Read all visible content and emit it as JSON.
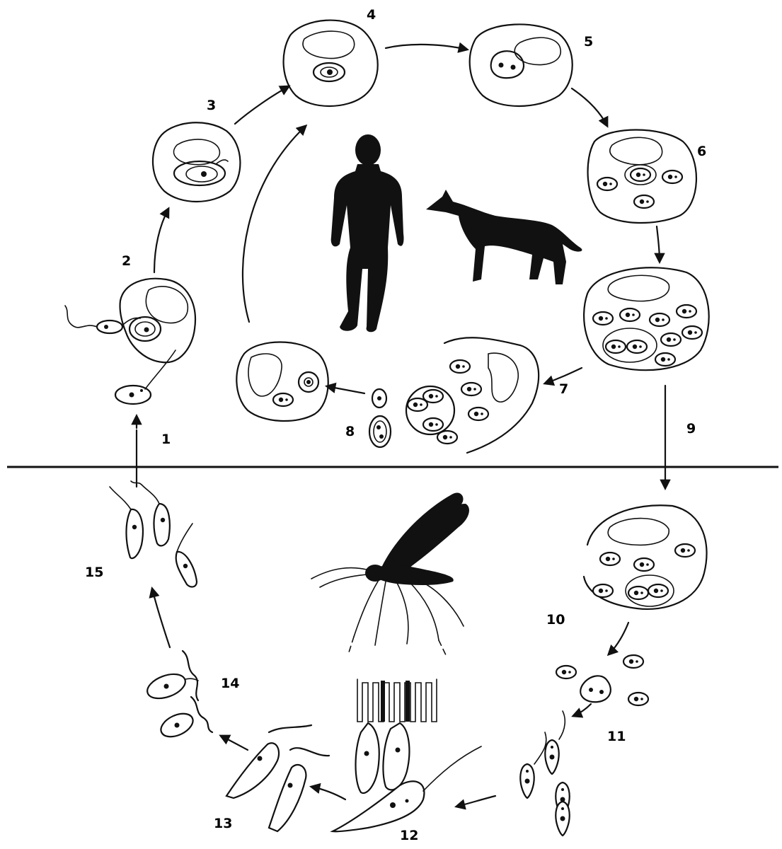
{
  "stages": [
    "1",
    "2",
    "3",
    "4",
    "5",
    "6",
    "7",
    "8",
    "9",
    "10",
    "11",
    "12",
    "13",
    "14",
    "15"
  ],
  "hosts": {
    "vertebrate": [
      "human-silhouette-icon",
      "dog-silhouette-icon"
    ],
    "vector": "sandfly-icon"
  },
  "colors": {
    "ink": "#111111",
    "paper": "#ffffff"
  }
}
